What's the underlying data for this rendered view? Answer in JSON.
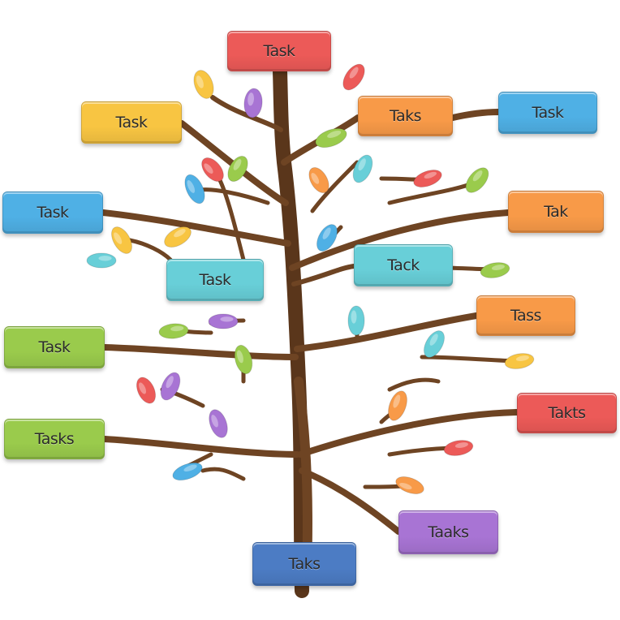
{
  "colors": {
    "branch": "#6e4423",
    "branch_dark": "#5a361b",
    "red": "#ec5a58",
    "yellow": "#f8c542",
    "orange": "#f89a48",
    "blue": "#4fb0e5",
    "teal": "#68cfd8",
    "green": "#9acb4c",
    "purple": "#a874d4",
    "navy": "#4c7cc4"
  },
  "nodes": [
    {
      "id": "top",
      "label": "Task",
      "color": "red"
    },
    {
      "id": "ul1",
      "label": "Task",
      "color": "yellow"
    },
    {
      "id": "uc1",
      "label": "Taks",
      "color": "orange"
    },
    {
      "id": "ur1",
      "label": "Task",
      "color": "blue"
    },
    {
      "id": "l2",
      "label": "Task",
      "color": "blue"
    },
    {
      "id": "r2",
      "label": "Tak",
      "color": "orange"
    },
    {
      "id": "cl3",
      "label": "Task",
      "color": "teal"
    },
    {
      "id": "cr3",
      "label": "Tack",
      "color": "teal"
    },
    {
      "id": "r4",
      "label": "Tass",
      "color": "orange"
    },
    {
      "id": "l4",
      "label": "Task",
      "color": "green"
    },
    {
      "id": "r5",
      "label": "Takts",
      "color": "red"
    },
    {
      "id": "l5",
      "label": "Tasks",
      "color": "green"
    },
    {
      "id": "br",
      "label": "Taaks",
      "color": "purple"
    },
    {
      "id": "bottom",
      "label": "Taks",
      "color": "navy"
    }
  ],
  "leaves": [
    {
      "color": "yellow"
    },
    {
      "color": "purple"
    },
    {
      "color": "red"
    },
    {
      "color": "green"
    },
    {
      "color": "red"
    },
    {
      "color": "green"
    },
    {
      "color": "blue"
    },
    {
      "color": "orange"
    },
    {
      "color": "teal"
    },
    {
      "color": "red"
    },
    {
      "color": "green"
    },
    {
      "color": "yellow"
    },
    {
      "color": "yellow"
    },
    {
      "color": "teal"
    },
    {
      "color": "blue"
    },
    {
      "color": "green"
    },
    {
      "color": "purple"
    },
    {
      "color": "green"
    },
    {
      "color": "green"
    },
    {
      "color": "teal"
    },
    {
      "color": "yellow"
    },
    {
      "color": "red"
    },
    {
      "color": "purple"
    },
    {
      "color": "purple"
    },
    {
      "color": "blue"
    },
    {
      "color": "teal"
    },
    {
      "color": "orange"
    },
    {
      "color": "red"
    },
    {
      "color": "orange"
    },
    {
      "color": "green"
    }
  ]
}
